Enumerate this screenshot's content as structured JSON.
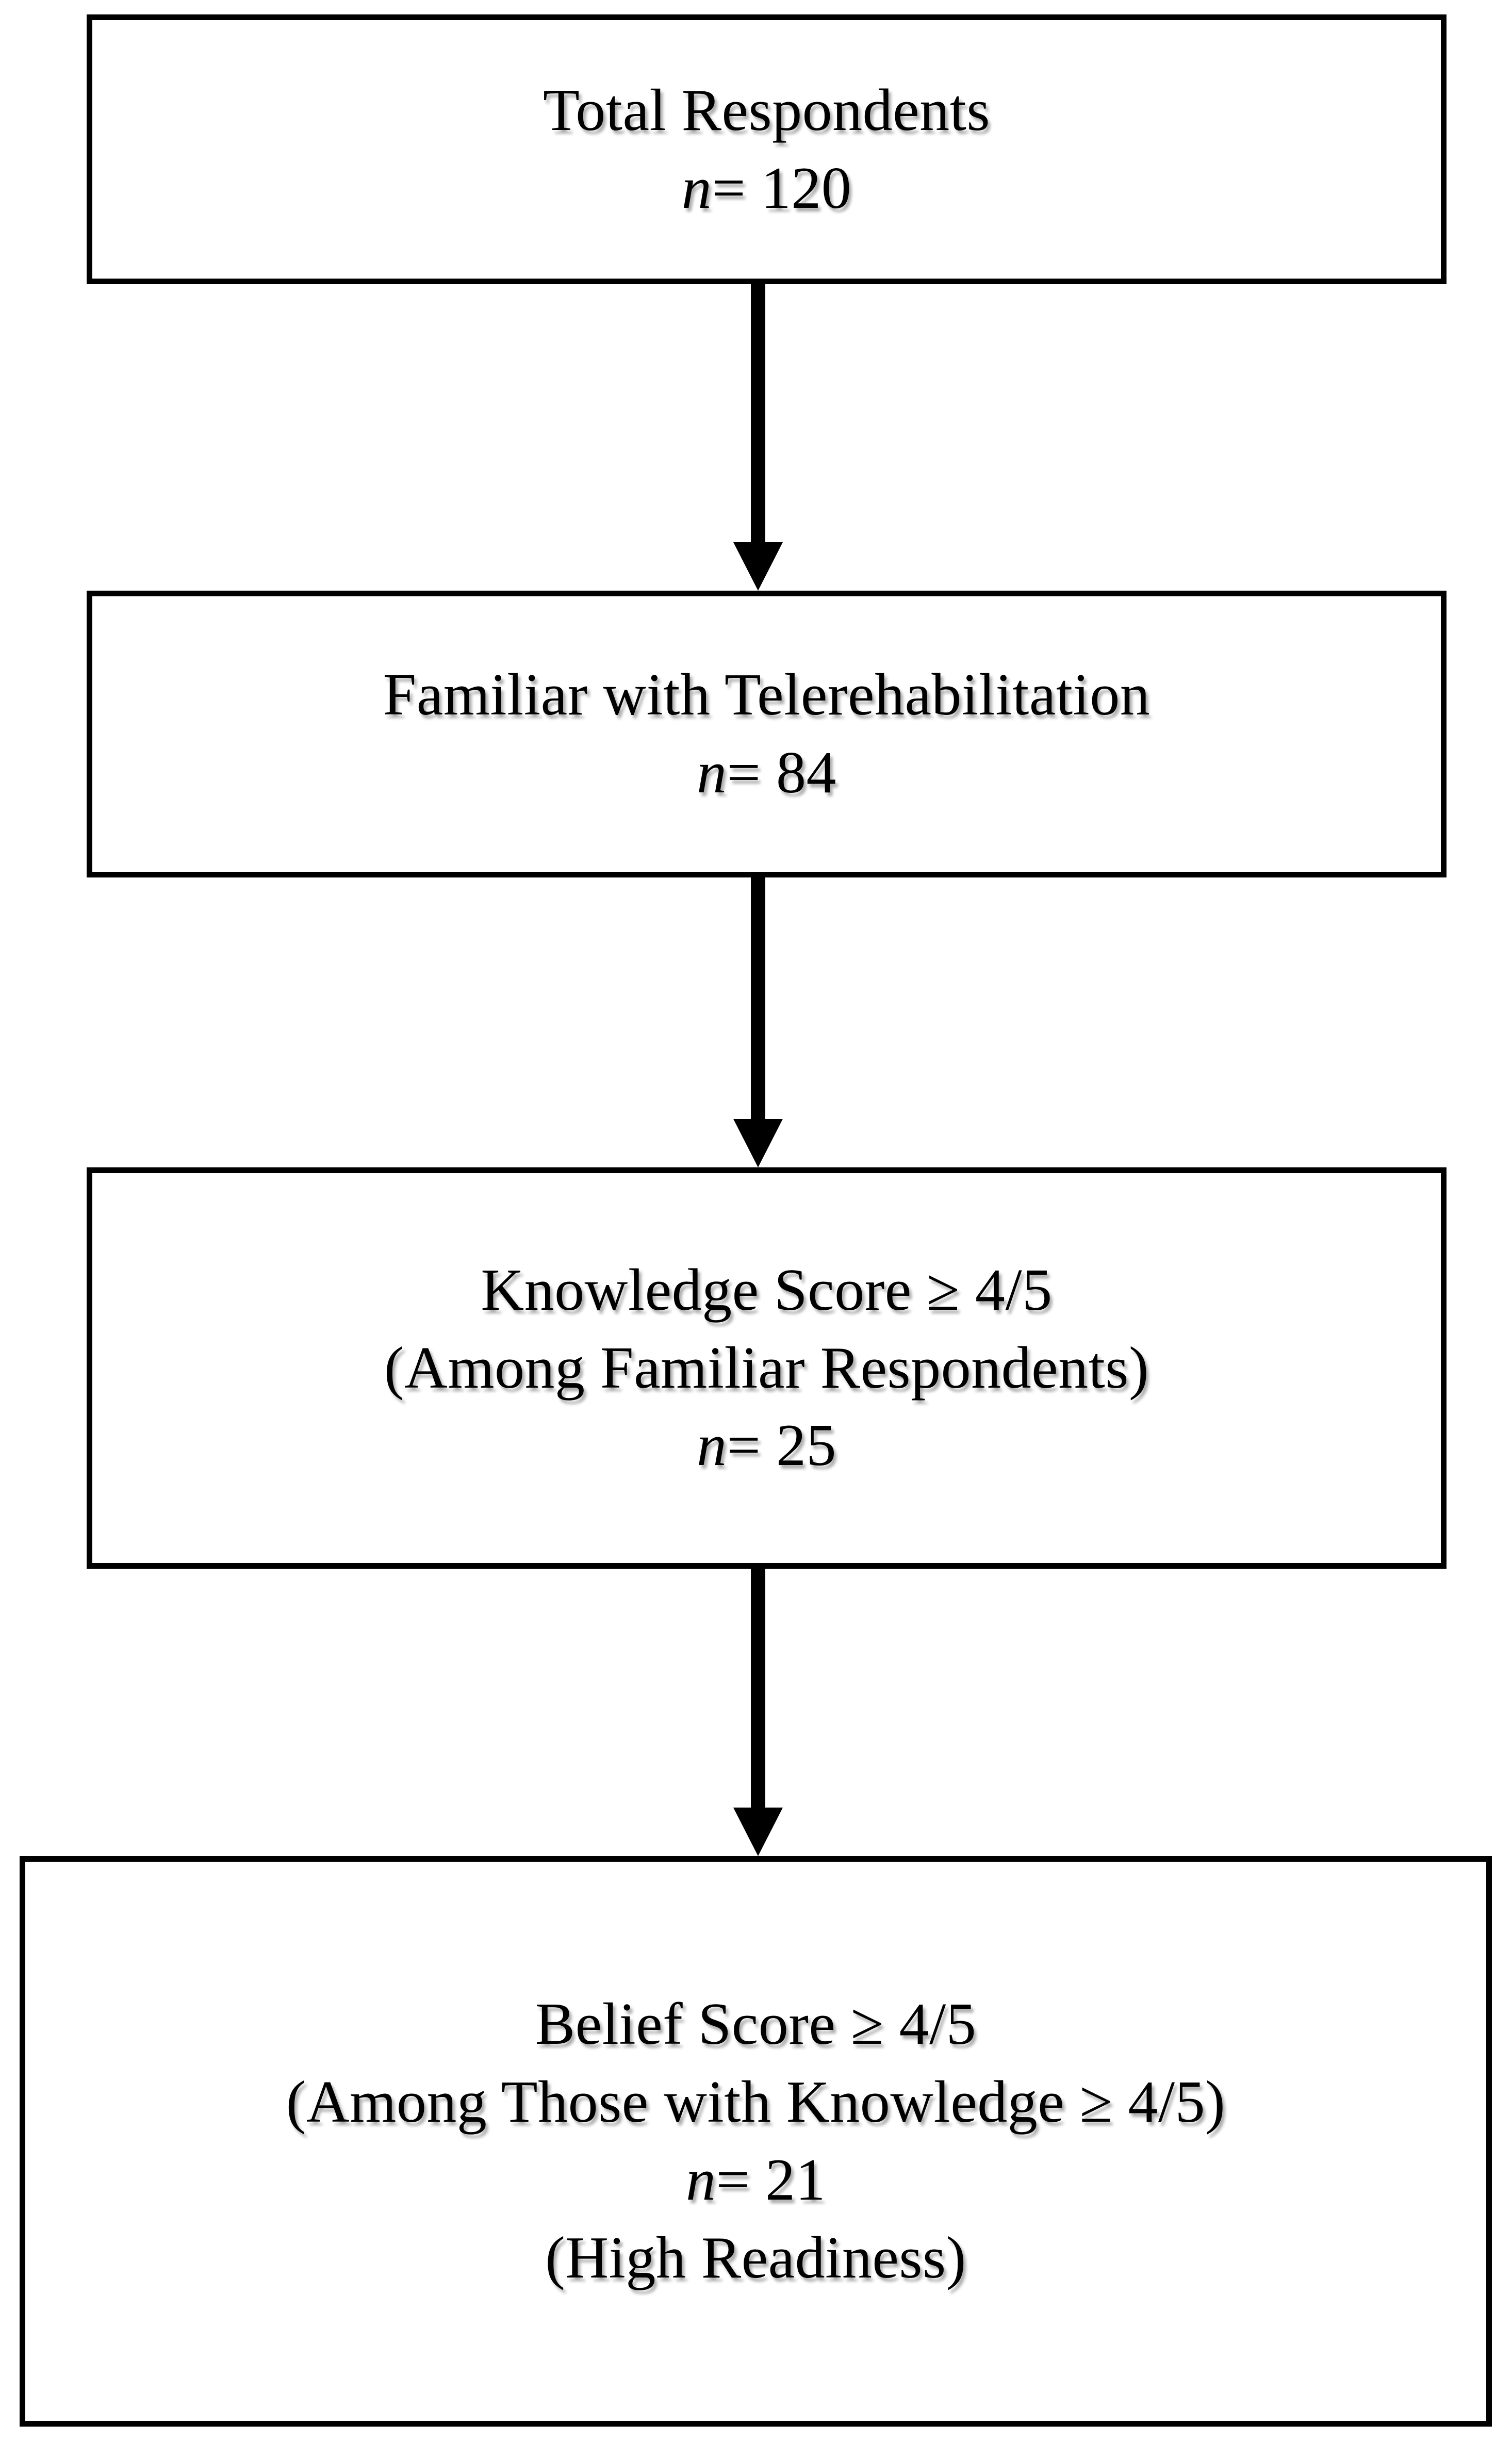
{
  "figure": {
    "type": "flowchart",
    "orientation": "vertical",
    "background_color": "#ffffff",
    "line_color": "#000000"
  },
  "nodes": [
    {
      "id": "total-respondents",
      "lines": [
        {
          "text": "Total Respondents",
          "italic_prefix": ""
        },
        {
          "italic_prefix": "n",
          "text": " = 120"
        }
      ],
      "label": "Total Respondents",
      "n_label": "n",
      "n_value": "= 120",
      "count": 120
    },
    {
      "id": "familiar",
      "label": "Familiar with Telerehabilitation",
      "n_label": "n",
      "n_value": "= 84",
      "count": 84
    },
    {
      "id": "knowledge-score",
      "label": "Knowledge Score ≥ 4/5",
      "sublabel": "(Among Familiar Respondents)",
      "n_label": "n",
      "n_value": "= 25",
      "count": 25
    },
    {
      "id": "belief-score",
      "label": "Belief Score ≥ 4/5",
      "sublabel": "(Among Those with Knowledge ≥ 4/5)",
      "n_label": "n",
      "n_value": "= 21",
      "count": 21,
      "footnote": "(High Readiness)"
    }
  ],
  "arrows": [
    {
      "id": "arrow-1",
      "from": "total-respondents",
      "to": "familiar",
      "glyph": "down-arrow"
    },
    {
      "id": "arrow-2",
      "from": "familiar",
      "to": "knowledge-score",
      "glyph": "down-arrow"
    },
    {
      "id": "arrow-3",
      "from": "knowledge-score",
      "to": "belief-score",
      "glyph": "down-arrow"
    }
  ],
  "chart_data": {
    "type": "bar",
    "title": "",
    "categories": [
      "Total Respondents",
      "Familiar with Telerehabilitation",
      "Knowledge Score ≥ 4/5 (Among Familiar Respondents)",
      "Belief Score ≥ 4/5 (Among Those with Knowledge ≥ 4/5) (High Readiness)"
    ],
    "values": [
      120,
      84,
      25,
      21
    ],
    "xlabel": "",
    "ylabel": "n",
    "ylim": [
      0,
      120
    ],
    "grid": false,
    "legend": "none"
  }
}
